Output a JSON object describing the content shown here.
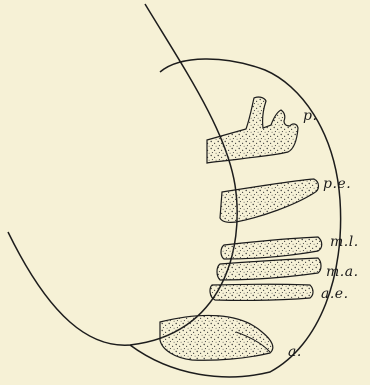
{
  "colors": {
    "background": "#f6f1d6",
    "ink": "#1c1c1c",
    "stipple": "#3a3a3a"
  },
  "labels": {
    "p": "p.",
    "pe": "p.e.",
    "ml": "m.l.",
    "ma": "m.a.",
    "ae": "a.e.",
    "a": "a."
  }
}
